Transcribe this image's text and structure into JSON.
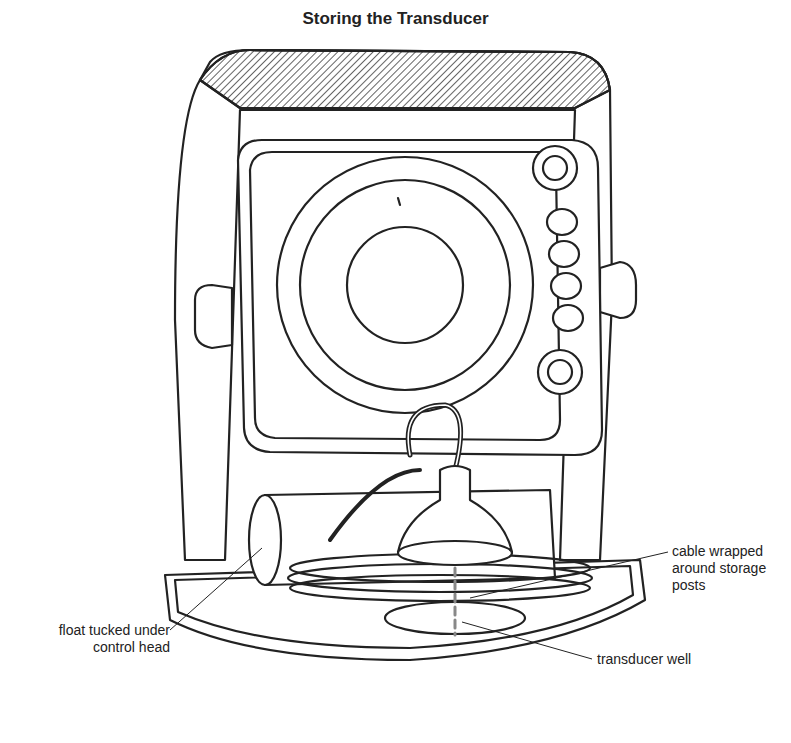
{
  "diagram": {
    "title": "Storing the Transducer",
    "labels": [
      "float tucked under control head",
      "cable wrapped around storage posts",
      "transducer well"
    ]
  }
}
